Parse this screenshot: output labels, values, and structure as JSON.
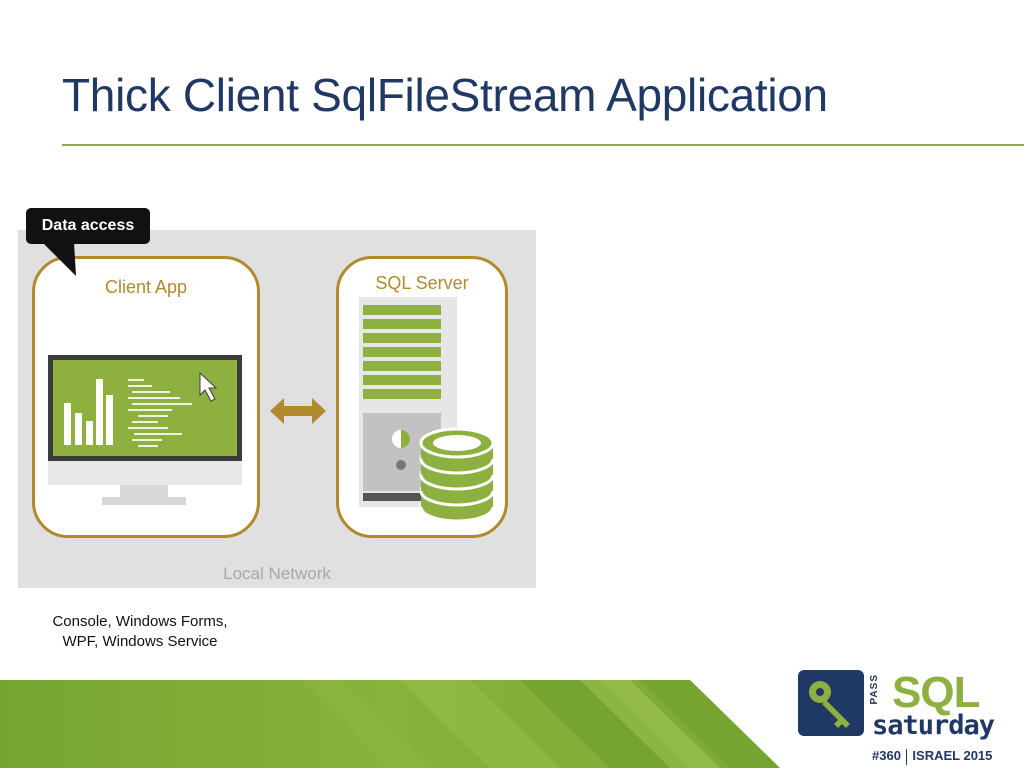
{
  "slide": {
    "title": "Thick Client SqlFileStream Application"
  },
  "diagram": {
    "network_label": "Local Network",
    "client_label": "Client App",
    "server_label": "SQL Server",
    "callout_label": "Data access"
  },
  "caption": {
    "line1": "Console, Windows Forms,",
    "line2": "WPF, Windows Service"
  },
  "logo": {
    "pass": "PASS",
    "sql": "SQL",
    "saturday": "saturday",
    "event_number": "#360",
    "event_location": "ISRAEL 2015"
  },
  "colors": {
    "title": "#1f3864",
    "accent_green": "#8db040",
    "box_border": "#b3892d",
    "network_bg": "#e0e0e0"
  },
  "icons": [
    "monitor-icon",
    "bar-chart-icon",
    "cursor-icon",
    "double-arrow-icon",
    "server-tower-icon",
    "database-icon",
    "key-icon"
  ]
}
